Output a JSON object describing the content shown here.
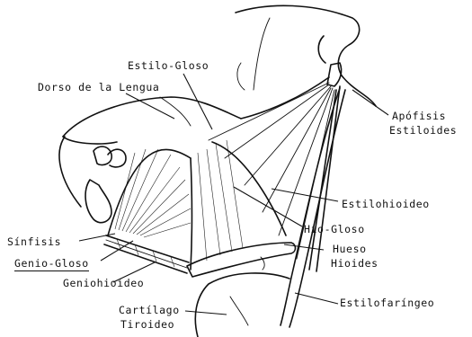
{
  "labels": {
    "estilo_gloso": "Estilo-Gloso",
    "dorso_lengua": "Dorso de la Lengua",
    "apofisis_1": "Apófisis",
    "apofisis_2": "Estiloides",
    "estilohioideo": "Estilohioideo",
    "hio_gloso": "Hio-Gloso",
    "hueso_1": "Hueso",
    "hueso_2": "Hioides",
    "sinfisis": "Sínfisis",
    "genio_gloso": "Genio-Gloso",
    "geniohioideo": "Geniohioideo",
    "cartilago_1": "Cartílago",
    "cartilago_2": "Tiroideo",
    "estilofaringeo": "Estilofaríngeo"
  }
}
